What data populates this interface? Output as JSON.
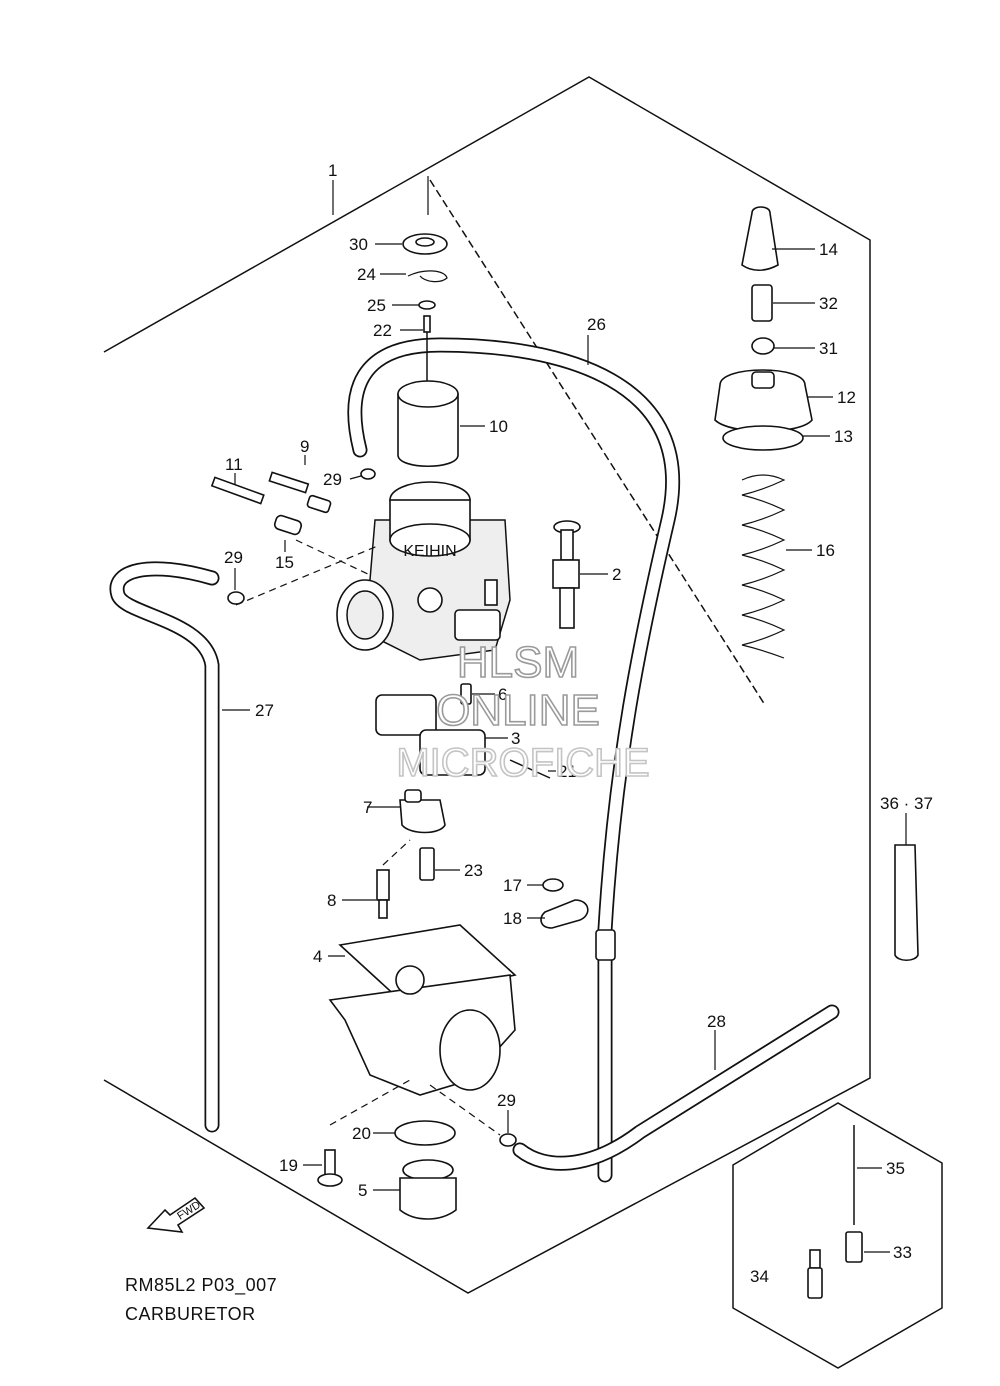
{
  "labels": {
    "p1": "1",
    "p2": "2",
    "p3": "3",
    "p4": "4",
    "p5": "5",
    "p6": "6",
    "p7": "7",
    "p8": "8",
    "p9": "9",
    "p10": "10",
    "p11": "11",
    "p12": "12",
    "p13": "13",
    "p14": "14",
    "p15": "15",
    "p16": "16",
    "p17": "17",
    "p18": "18",
    "p19": "19",
    "p20": "20",
    "p21": "21",
    "p22": "22",
    "p23": "23",
    "p24": "24",
    "p25": "25",
    "p26": "26",
    "p27": "27",
    "p28": "28",
    "p29a": "29",
    "p29b": "29",
    "p29c": "29",
    "p30": "30",
    "p31": "31",
    "p32": "32",
    "p33": "33",
    "p34": "34",
    "p35": "35",
    "p3637": "36 · 37"
  },
  "caption": {
    "code": "RM85L2 P03_007",
    "name": "CARBURETOR"
  },
  "watermark": {
    "line1": "HLSM",
    "line2": "ONLINE",
    "line3": "MICROFICHE"
  },
  "arrow_label": "FWD"
}
